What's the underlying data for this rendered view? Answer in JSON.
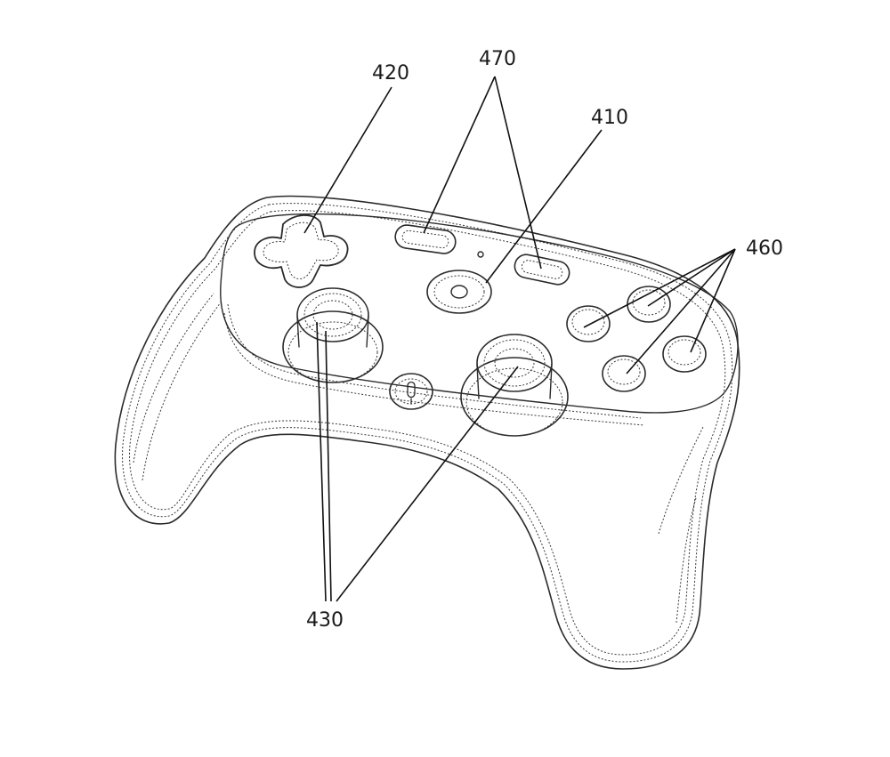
{
  "labels": {
    "dpad": "420",
    "menu_buttons": "470",
    "center_button": "410",
    "face_buttons": "460",
    "joysticks": "430"
  },
  "colors": {
    "line": "#2b2b2b",
    "background": "#ffffff"
  }
}
